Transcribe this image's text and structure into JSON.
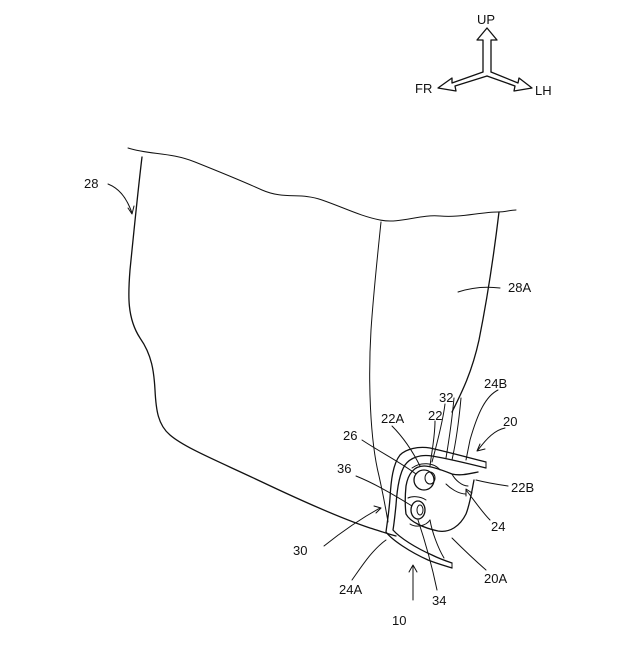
{
  "orientation": {
    "up": "UP",
    "front": "FR",
    "left_hand": "LH"
  },
  "labels": {
    "l10": "10",
    "l20": "20",
    "l20A": "20A",
    "l22": "22",
    "l22A": "22A",
    "l22B": "22B",
    "l24": "24",
    "l24A": "24A",
    "l24B": "24B",
    "l26": "26",
    "l28": "28",
    "l28A": "28A",
    "l30": "30",
    "l32": "32",
    "l34": "34",
    "l36": "36"
  },
  "colors": {
    "line": "#111111",
    "background": "#ffffff"
  }
}
